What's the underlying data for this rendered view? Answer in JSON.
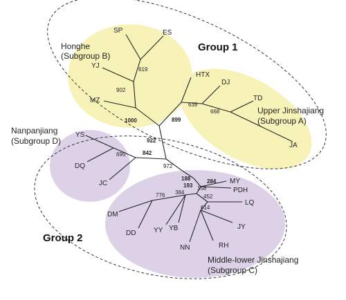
{
  "groups": {
    "g1": "Group 1",
    "g2": "Group 2"
  },
  "subgroups": {
    "b_line1": "Honghe",
    "b_line2": "(Subgroup B)",
    "a_line1": "Upper Jinshajiang",
    "a_line2": "(Subgroup A)",
    "d_line1": "Nanpanjiang",
    "d_line2": "(Subgroup D)",
    "c_line1": "Middle-lower Jinshajiang",
    "c_line2": "(Subgroup C)"
  },
  "leaves": {
    "SP": "SP",
    "ES": "ES",
    "YJ": "YJ",
    "MZ": "MZ",
    "HTX": "HTX",
    "DJ": "DJ",
    "TD": "TD",
    "JA": "JA",
    "YS": "YS",
    "DQ": "DQ",
    "JC": "JC",
    "MY": "MY",
    "PDH": "PDH",
    "LQ": "LQ",
    "JY": "JY",
    "RH": "RH",
    "NN": "NN",
    "YB": "YB",
    "YY": "YY",
    "DD": "DD",
    "DM": "DM"
  },
  "bootstrap": {
    "b619": "619",
    "b902": "902",
    "b1000": "1000",
    "b899": "899",
    "b639": "639",
    "b668": "668",
    "b922": "922",
    "b842": "842",
    "b695": "695",
    "b972": "972",
    "b188": "188",
    "b193": "193",
    "b284": "284",
    "b158": "158",
    "b452": "452",
    "b614": "614",
    "b384": "384",
    "b776": "776"
  },
  "colors": {
    "subgroup_yellow": "#f7f3b8",
    "subgroup_purple": "#dcd1e7",
    "group_outline": "#333333"
  }
}
